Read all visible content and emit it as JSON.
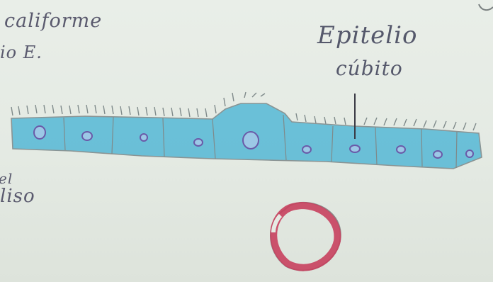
{
  "labels": {
    "caliciforme": "califorme",
    "epitelio_e": "io E.",
    "epitelio": "Epitelio",
    "cubito": "cúbito",
    "el": "el",
    "liso": "liso"
  },
  "colors": {
    "paper": "#e6ebe4",
    "pencil_blue": "#3aaed3",
    "pencil_gray": "#7f8a8a",
    "nucleus": "#6a5aa8",
    "ring_red": "#c8405e"
  }
}
